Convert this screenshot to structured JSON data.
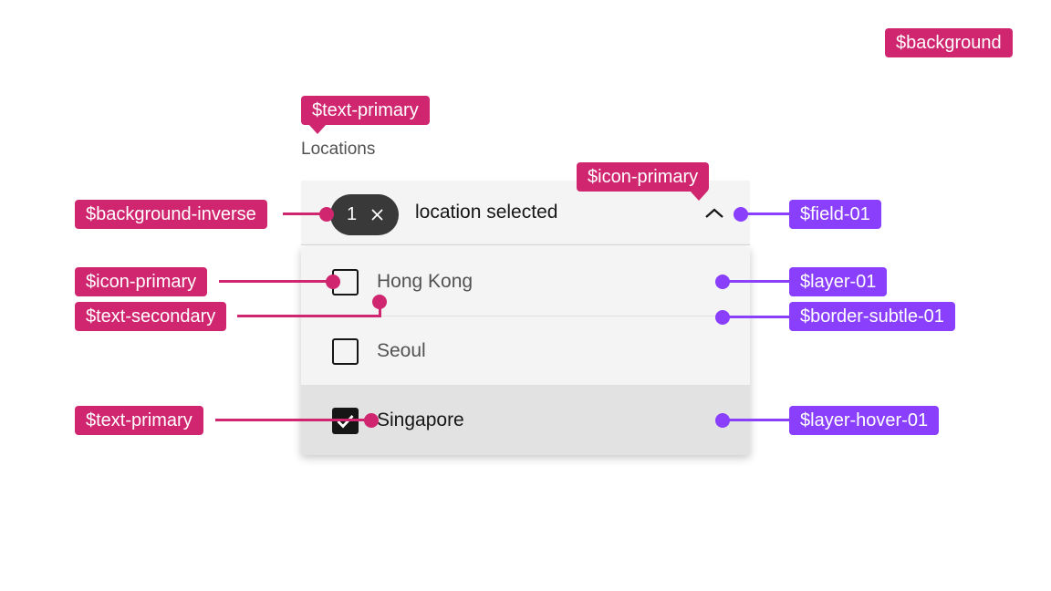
{
  "annotations": {
    "background": "$background",
    "text_primary_top": "$text-primary",
    "background_inverse": "$background-inverse",
    "icon_primary_left": "$icon-primary",
    "text_secondary": "$text-secondary",
    "text_primary_bottom": "$text-primary",
    "icon_primary_top": "$icon-primary",
    "field_01": "$field-01",
    "layer_01": "$layer-01",
    "border_subtle_01": "$border-subtle-01",
    "layer_hover_01": "$layer-hover-01"
  },
  "colors": {
    "annotation_pink": "#d02670",
    "annotation_purple": "#8a3ffc",
    "page_background": "#ffffff",
    "field_background": "#f4f4f4",
    "layer_background": "#f4f4f4",
    "layer_hover_background": "#e2e2e2",
    "border_subtle": "#e0e0e0",
    "tag_background": "#393939",
    "text_primary": "#161616",
    "text_secondary": "#525252"
  },
  "dropdown": {
    "label": "Locations",
    "field": {
      "tag_count": "1",
      "text": "location selected",
      "state": "open"
    },
    "options": [
      {
        "label": "Hong Kong",
        "checked": false,
        "state": "default"
      },
      {
        "label": "Seoul",
        "checked": false,
        "state": "default"
      },
      {
        "label": "Singapore",
        "checked": true,
        "state": "hover"
      }
    ]
  }
}
